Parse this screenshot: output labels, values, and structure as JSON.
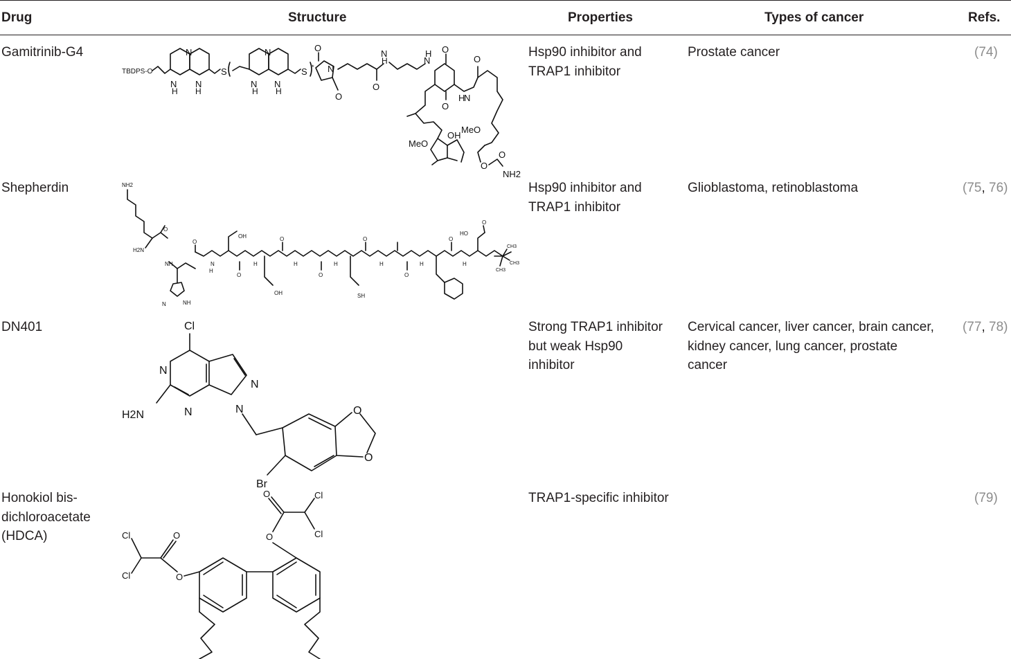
{
  "table": {
    "headers": {
      "drug": "Drug",
      "structure": "Structure",
      "properties": "Properties",
      "cancer": "Types of cancer",
      "refs": "Refs."
    },
    "rows": [
      {
        "drug": "Gamitrinib-G4",
        "properties": [
          "Hsp90 inhibitor and",
          "TRAP1 inhibitor"
        ],
        "cancer": [
          "Prostate cancer"
        ],
        "ref_open": "(",
        "ref_nums": [
          "74"
        ],
        "ref_close": ")",
        "structure_labels": {
          "tbdps": "TBDPS-O",
          "n": "N",
          "nh": "NH",
          "s": "S",
          "o": "O",
          "h": "H",
          "meo": "MeO",
          "oh": "OH",
          "nh2": "NH2",
          "star": "*"
        }
      },
      {
        "drug": "Shepherdin",
        "properties": [
          "Hsp90 inhibitor and",
          "TRAP1 inhibitor"
        ],
        "cancer": [
          "Glioblastoma, retinoblastoma"
        ],
        "ref_open": "(",
        "ref_nums": [
          "75",
          "76"
        ],
        "ref_close": ")",
        "structure_labels": {
          "nh2": "NH2",
          "h2n": "H2N",
          "hn": "HN",
          "nh": "NH",
          "h": "H",
          "oh": "OH",
          "sh": "SH",
          "ho": "HO",
          "n": "N",
          "ch3": "CH3",
          "o": "O"
        }
      },
      {
        "drug": "DN401",
        "properties": [
          "Strong TRAP1 inhibitor",
          "but weak Hsp90",
          "inhibitor"
        ],
        "cancer": [
          "Cervical cancer, liver cancer, brain cancer,",
          "kidney cancer, lung cancer, prostate",
          "cancer"
        ],
        "ref_open": "(",
        "ref_nums": [
          "77",
          "78"
        ],
        "ref_close": ")",
        "structure_labels": {
          "cl": "Cl",
          "n": "N",
          "h2n": "H2N",
          "o": "O",
          "br": "Br"
        }
      },
      {
        "drug": [
          "Honokiol bis-",
          "dichloroacetate",
          "(HDCA)"
        ],
        "properties": [
          "TRAP1-specific inhibitor"
        ],
        "cancer": [],
        "ref_open": "(",
        "ref_nums": [
          "79"
        ],
        "ref_close": ")",
        "structure_labels": {
          "cl": "Cl",
          "o": "O"
        }
      }
    ]
  }
}
